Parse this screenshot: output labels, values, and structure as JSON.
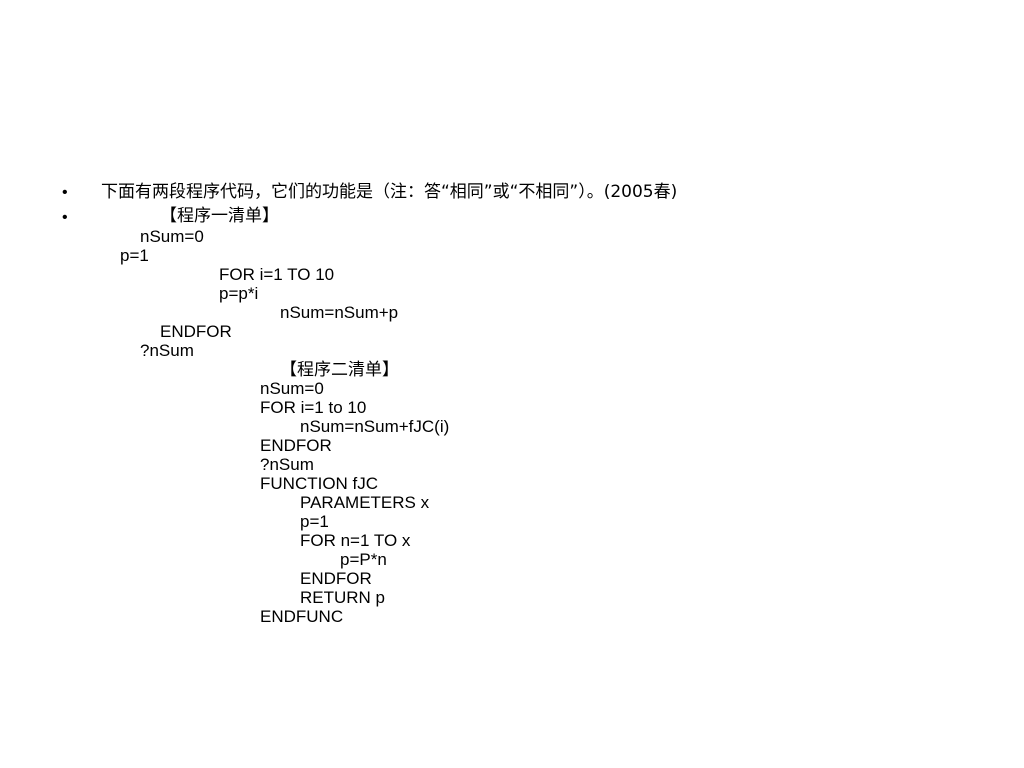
{
  "slide": {
    "bullets": [
      "•",
      "•"
    ],
    "question": "下面有两段程序代码，它们的功能是（注：答“相同”或“不相同”）。(2005春)",
    "program1": {
      "heading": "【程序一清单】",
      "lines": [
        "nSum=0",
        "p=1",
        "FOR i=1 TO 10",
        "p=p*i",
        "nSum=nSum+p",
        "ENDFOR",
        "?nSum"
      ]
    },
    "program2": {
      "heading": "【程序二清单】",
      "lines": [
        "nSum=0",
        "FOR i=1 to 10",
        "nSum=nSum+fJC(i)",
        "ENDFOR",
        "?nSum",
        "FUNCTION fJC",
        "PARAMETERS x",
        "p=1",
        "FOR n=1 TO x",
        "p=P*n",
        "ENDFOR",
        "RETURN p",
        "ENDFUNC"
      ]
    }
  }
}
